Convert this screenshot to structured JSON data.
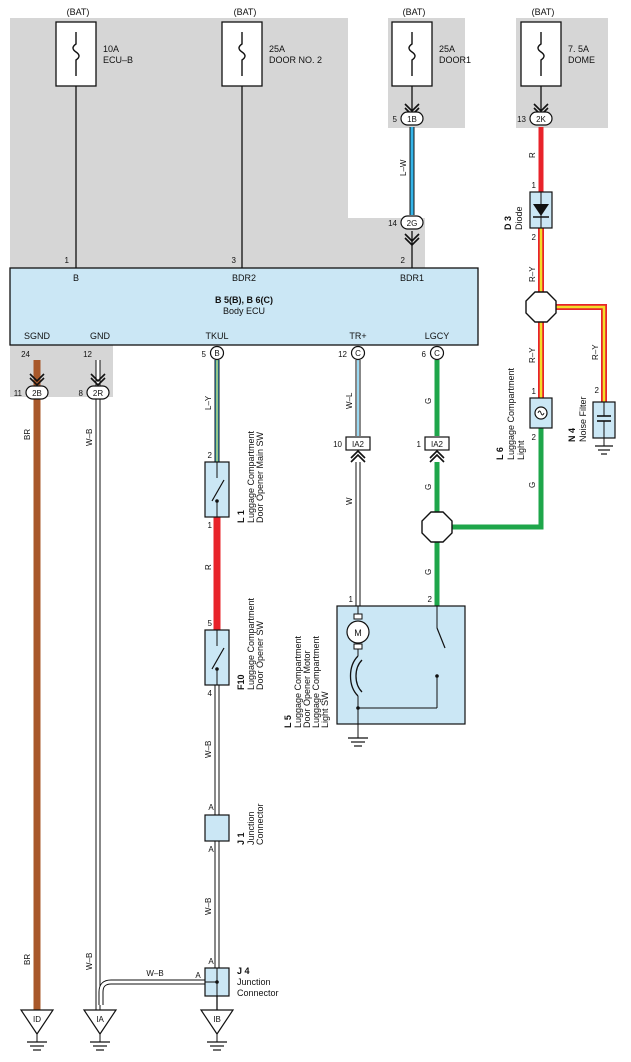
{
  "fuses": [
    {
      "source": "(BAT)",
      "rating": "10A",
      "name": "ECU–B"
    },
    {
      "source": "(BAT)",
      "rating": "25A",
      "name": "DOOR NO. 2"
    },
    {
      "source": "(BAT)",
      "rating": "25A",
      "name": "DOOR1"
    },
    {
      "source": "(BAT)",
      "rating": "7. 5A",
      "name": "DOME"
    }
  ],
  "ecu": {
    "code": "B 5(B), B 6(C)",
    "name": "Body ECU",
    "top_pins": [
      {
        "label": "B",
        "pin": "1"
      },
      {
        "label": "BDR2",
        "pin": "3"
      },
      {
        "label": "BDR1",
        "pin": "2"
      }
    ],
    "bottom_pins": [
      {
        "label": "SGND",
        "pin": "24"
      },
      {
        "label": "GND",
        "pin": "12"
      },
      {
        "label": "TKUL",
        "pin": "5",
        "conn": "B"
      },
      {
        "label": "TR+",
        "pin": "12",
        "conn": "C"
      },
      {
        "label": "LGCY",
        "pin": "6",
        "conn": "C"
      }
    ]
  },
  "connectors": {
    "c1B": {
      "pin": "5",
      "id": "1B"
    },
    "c2G": {
      "pin": "14",
      "id": "2G"
    },
    "c2K": {
      "pin": "13",
      "id": "2K"
    },
    "c2B": {
      "pin": "11",
      "id": "2B"
    },
    "c2R": {
      "pin": "8",
      "id": "2R"
    },
    "ia2_left": {
      "pin": "10",
      "id": "IA2"
    },
    "ia2_right": {
      "pin": "1",
      "id": "IA2"
    }
  },
  "wires": {
    "lw": "L–W",
    "r_dome": "R",
    "ry1": "R–Y",
    "ry2": "R–Y",
    "ry3": "R–Y",
    "br_top": "BR",
    "br_bot": "BR",
    "wb_top": "W–B",
    "wb_bot": "W–B",
    "wb_h": "W–B",
    "ly": "L–Y",
    "r_mid": "R",
    "wb_f10": "W–B",
    "wb_j1": "W–B",
    "wl": "W–L",
    "w": "W",
    "g1": "G",
    "g2": "G",
    "g3": "G",
    "g4": "G"
  },
  "components": {
    "d3": {
      "code": "D 3",
      "name": "Diode",
      "pin_top": "1",
      "pin_bot": "2"
    },
    "l6": {
      "code": "L 6",
      "name1": "Luggage Compartment",
      "name2": "Light",
      "pin_top": "1",
      "pin_bot": "2"
    },
    "n4": {
      "code": "N 4",
      "name": "Noise Filter",
      "pin": "2"
    },
    "l1": {
      "code": "L 1",
      "name1": "Luggage Compartment",
      "name2": "Door Opener Main SW",
      "pin_top": "2",
      "pin_bot": "1"
    },
    "f10": {
      "code": "F10",
      "name1": "Luggage Compartment",
      "name2": "Door Opener SW",
      "pin_top": "5",
      "pin_bot": "4"
    },
    "l5": {
      "code": "L 5",
      "name1": "Luggage Compartment",
      "name2": "Door Opener Motor",
      "name3": "Luggage Compartment",
      "name4": "Light SW",
      "pin1": "1",
      "pin2": "2",
      "motor": "M"
    },
    "j1": {
      "code": "J 1",
      "name1": "Junction",
      "name2": "Connector",
      "pin_top": "A",
      "pin_bot": "A"
    },
    "j4": {
      "code": "J 4",
      "name1": "Junction",
      "name2": "Connector",
      "pin_top": "A",
      "pin_left": "A"
    }
  },
  "grounds": [
    "ID",
    "IA",
    "IB"
  ],
  "colors": {
    "red": "#e8232a",
    "blue": "#35b4e8",
    "green": "#1ea64a",
    "brown": "#a8582a",
    "yellow": "#f2dd2a",
    "ecu_fill": "#cbe7f5",
    "shade": "#d6d6d6"
  }
}
